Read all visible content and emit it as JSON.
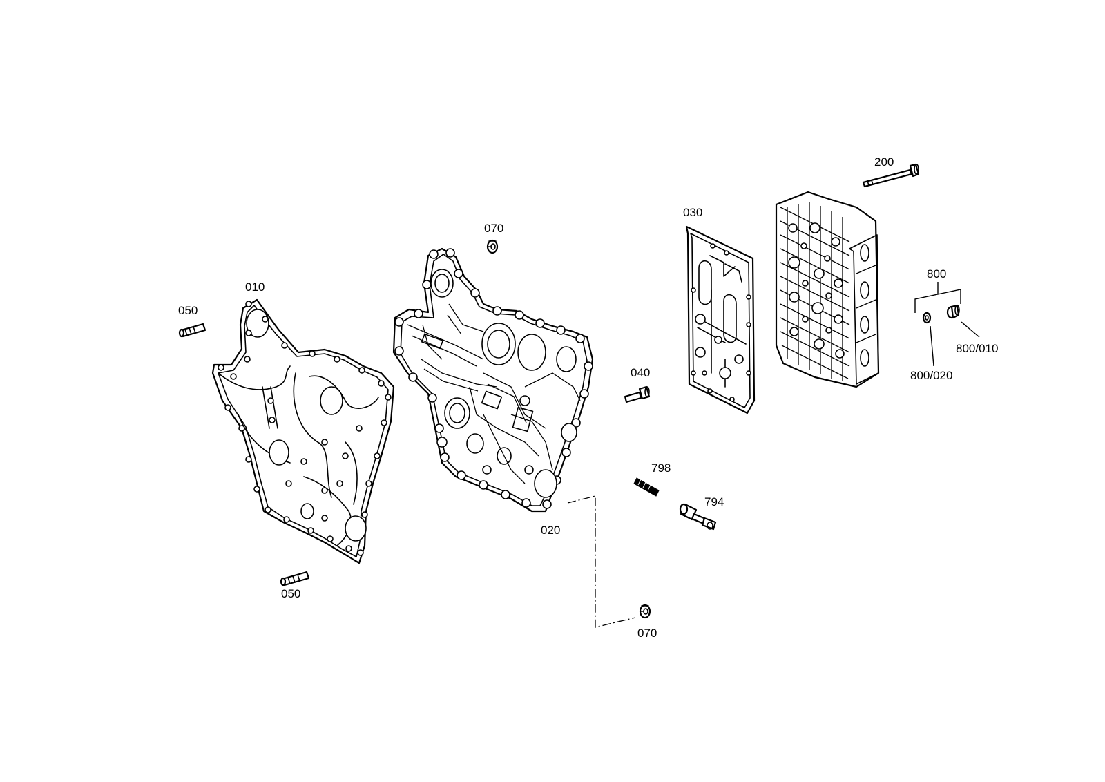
{
  "labels": {
    "p010": "010",
    "p020": "020",
    "p030": "030",
    "p040": "040",
    "p050_top": "050",
    "p050_bottom": "050",
    "p070_top": "070",
    "p070_bottom": "070",
    "p200": "200",
    "p794": "794",
    "p798": "798",
    "p800": "800",
    "p800_010": "800/010",
    "p800_020": "800/020"
  }
}
